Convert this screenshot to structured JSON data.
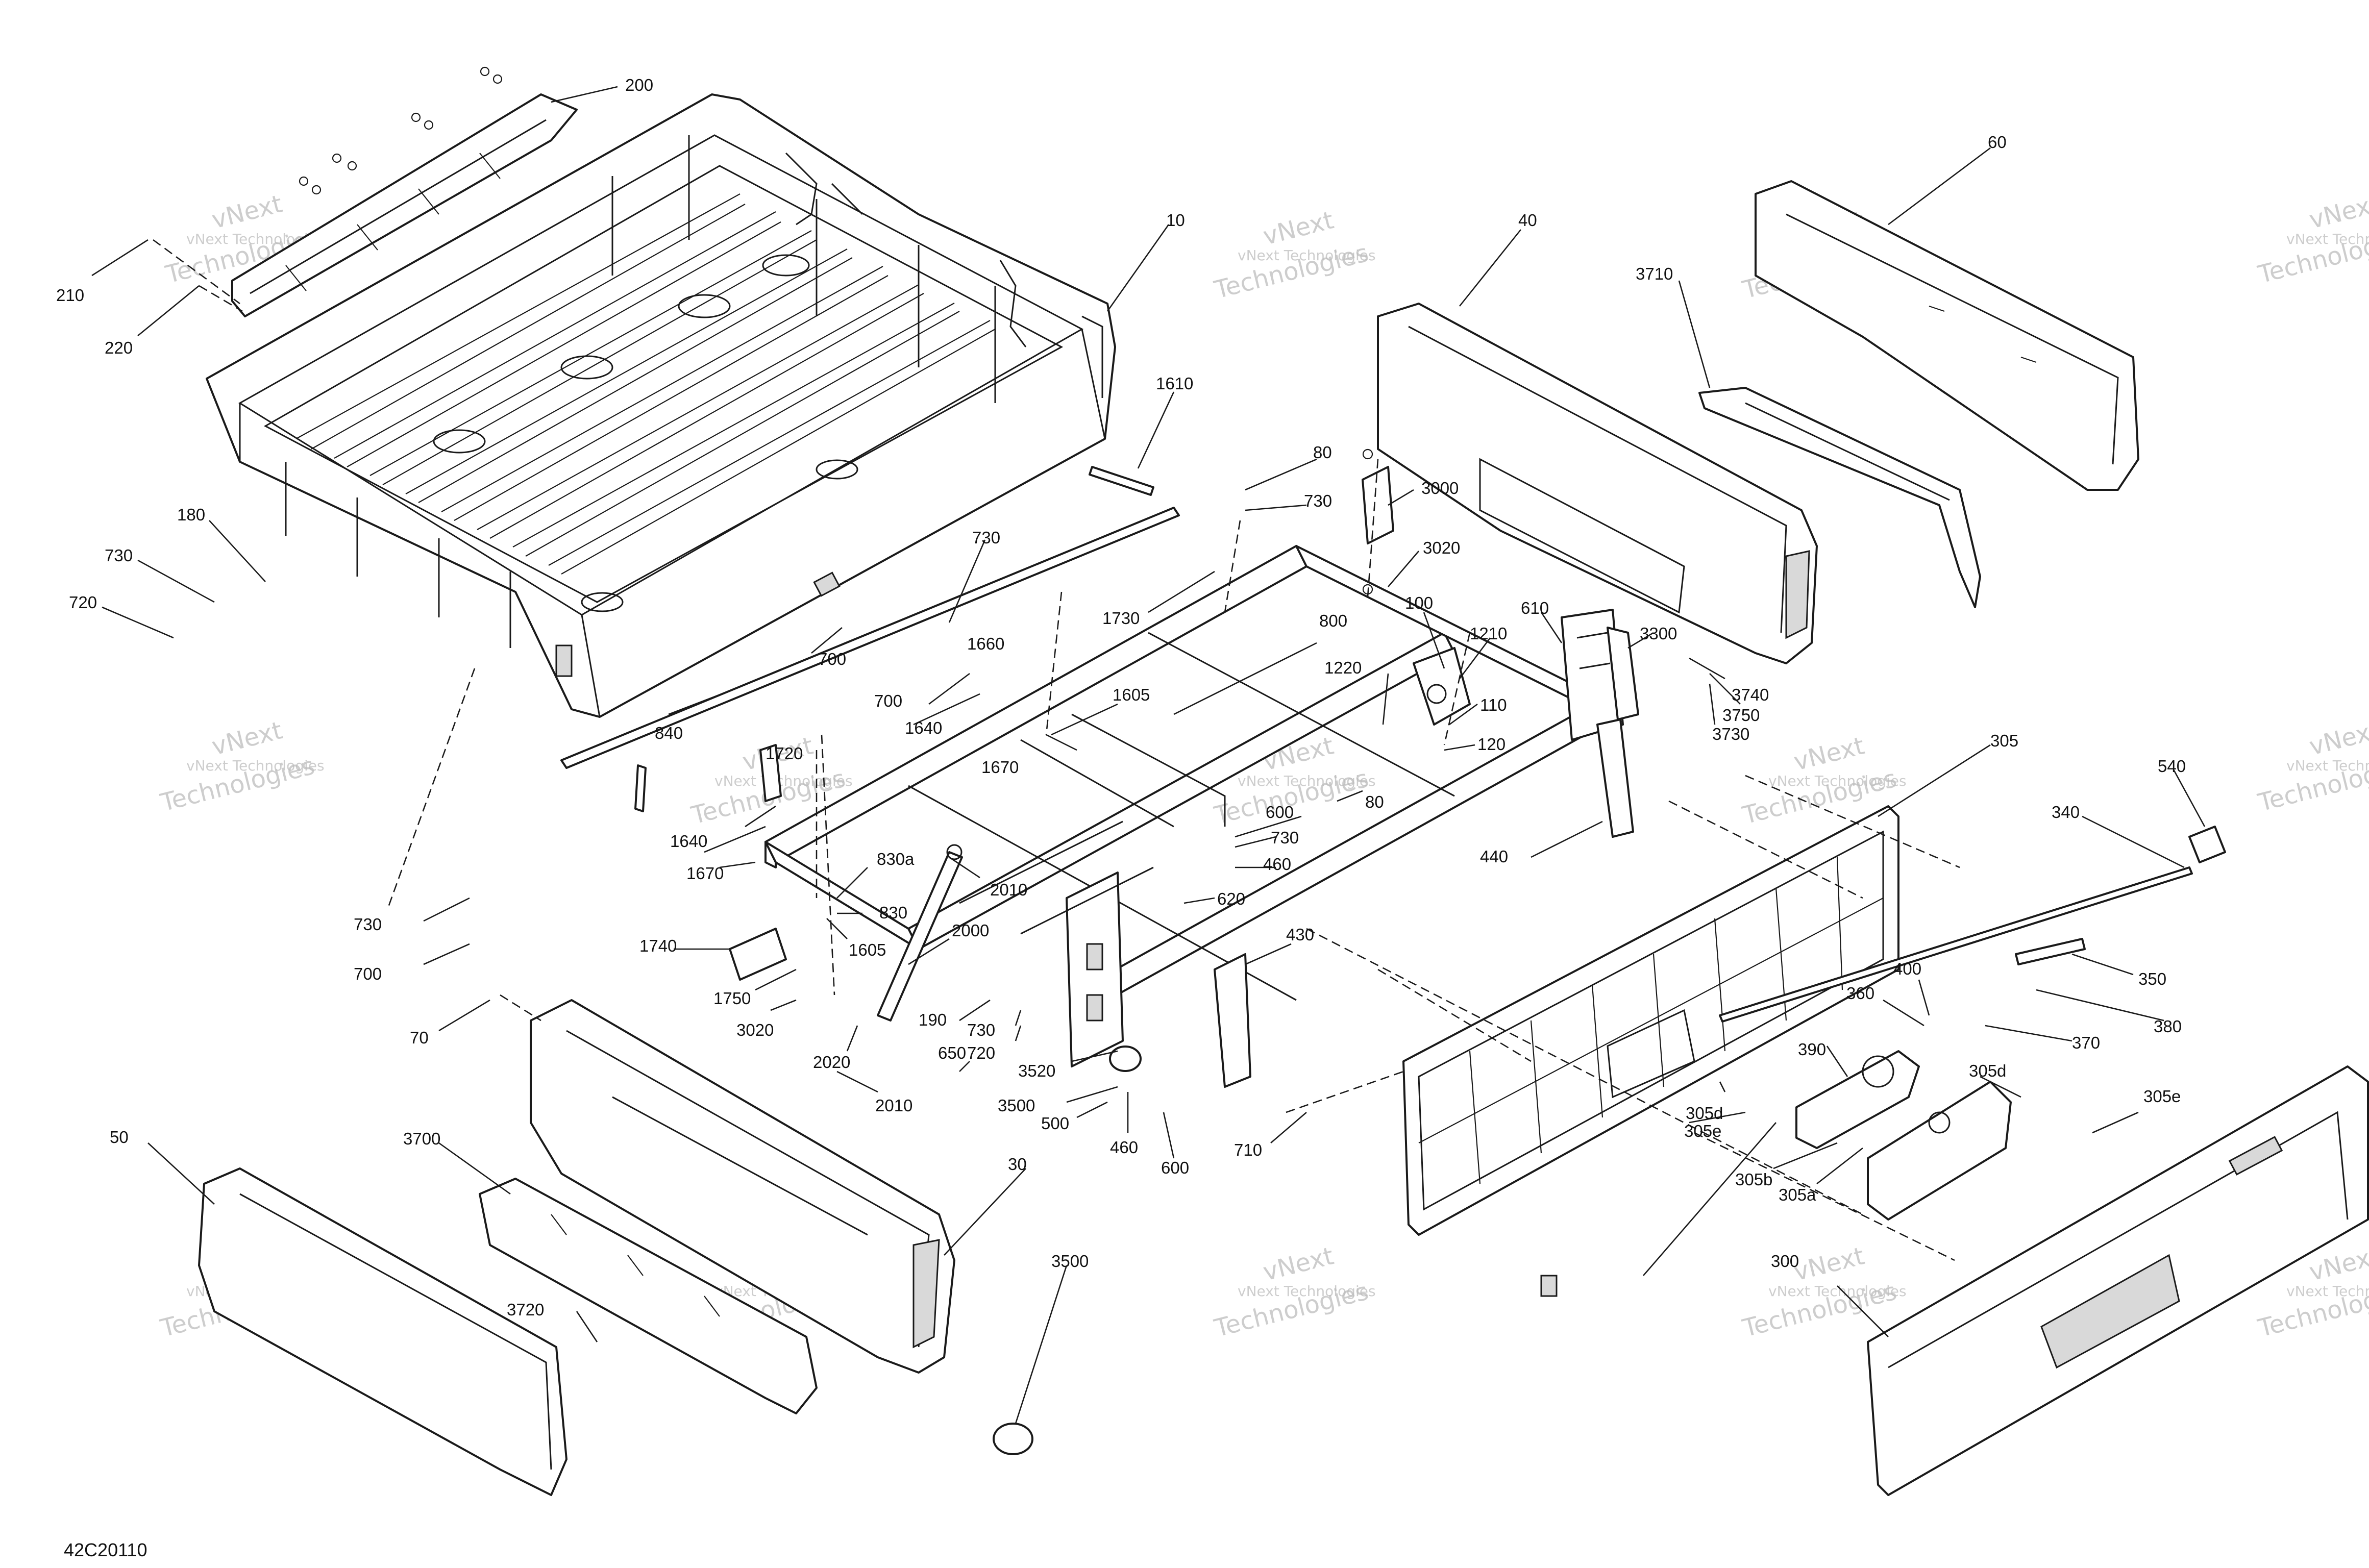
{
  "drawing_number": "42C20110",
  "watermark": {
    "line1": "vNext Technologies",
    "line2": "vNext",
    "line3": "Technologies"
  },
  "callouts": [
    {
      "id": "c-200",
      "text": "200"
    },
    {
      "id": "c-210",
      "text": "210"
    },
    {
      "id": "c-220",
      "text": "220"
    },
    {
      "id": "c-10",
      "text": "10"
    },
    {
      "id": "c-1610",
      "text": "1610"
    },
    {
      "id": "c-180",
      "text": "180"
    },
    {
      "id": "c-730-a",
      "text": "730"
    },
    {
      "id": "c-720-a",
      "text": "720"
    },
    {
      "id": "c-700-a",
      "text": "700"
    },
    {
      "id": "c-840",
      "text": "840"
    },
    {
      "id": "c-730-b",
      "text": "730"
    },
    {
      "id": "c-700-b",
      "text": "700"
    },
    {
      "id": "c-1660",
      "text": "1660"
    },
    {
      "id": "c-1640-a",
      "text": "1640"
    },
    {
      "id": "c-1605-a",
      "text": "1605"
    },
    {
      "id": "c-1670-a",
      "text": "1670"
    },
    {
      "id": "c-1720",
      "text": "1720"
    },
    {
      "id": "c-1640-b",
      "text": "1640"
    },
    {
      "id": "c-1670-b",
      "text": "1670"
    },
    {
      "id": "c-830a",
      "text": "830a"
    },
    {
      "id": "c-830",
      "text": "830"
    },
    {
      "id": "c-1605-b",
      "text": "1605"
    },
    {
      "id": "c-1740",
      "text": "1740"
    },
    {
      "id": "c-1750",
      "text": "1750"
    },
    {
      "id": "c-3020-a",
      "text": "3020"
    },
    {
      "id": "c-2020",
      "text": "2020"
    },
    {
      "id": "c-2010-a",
      "text": "2010"
    },
    {
      "id": "c-2010-b",
      "text": "2010"
    },
    {
      "id": "c-2000",
      "text": "2000"
    },
    {
      "id": "c-730-c",
      "text": "730"
    },
    {
      "id": "c-700-c",
      "text": "700"
    },
    {
      "id": "c-70",
      "text": "70"
    },
    {
      "id": "c-80-a",
      "text": "80"
    },
    {
      "id": "c-730-d",
      "text": "730"
    },
    {
      "id": "c-3000",
      "text": "3000"
    },
    {
      "id": "c-3020-b",
      "text": "3020"
    },
    {
      "id": "c-1730",
      "text": "1730"
    },
    {
      "id": "c-800",
      "text": "800"
    },
    {
      "id": "c-100",
      "text": "100"
    },
    {
      "id": "c-1210",
      "text": "1210"
    },
    {
      "id": "c-610",
      "text": "610"
    },
    {
      "id": "c-3300",
      "text": "3300"
    },
    {
      "id": "c-1220",
      "text": "1220"
    },
    {
      "id": "c-110",
      "text": "110"
    },
    {
      "id": "c-120",
      "text": "120"
    },
    {
      "id": "c-80-b",
      "text": "80"
    },
    {
      "id": "c-600-a",
      "text": "600"
    },
    {
      "id": "c-730-e",
      "text": "730"
    },
    {
      "id": "c-460-a",
      "text": "460"
    },
    {
      "id": "c-620",
      "text": "620"
    },
    {
      "id": "c-440",
      "text": "440"
    },
    {
      "id": "c-430",
      "text": "430"
    },
    {
      "id": "c-190",
      "text": "190"
    },
    {
      "id": "c-730-f",
      "text": "730"
    },
    {
      "id": "c-720-b",
      "text": "720"
    },
    {
      "id": "c-650",
      "text": "650"
    },
    {
      "id": "c-3520",
      "text": "3520"
    },
    {
      "id": "c-3500-a",
      "text": "3500"
    },
    {
      "id": "c-500",
      "text": "500"
    },
    {
      "id": "c-460-b",
      "text": "460"
    },
    {
      "id": "c-600-b",
      "text": "600"
    },
    {
      "id": "c-710",
      "text": "710"
    },
    {
      "id": "c-40",
      "text": "40"
    },
    {
      "id": "c-60",
      "text": "60"
    },
    {
      "id": "c-3710",
      "text": "3710"
    },
    {
      "id": "c-3740",
      "text": "3740"
    },
    {
      "id": "c-3750",
      "text": "3750"
    },
    {
      "id": "c-3730",
      "text": "3730"
    },
    {
      "id": "c-305",
      "text": "305"
    },
    {
      "id": "c-540",
      "text": "540"
    },
    {
      "id": "c-340",
      "text": "340"
    },
    {
      "id": "c-350",
      "text": "350"
    },
    {
      "id": "c-380",
      "text": "380"
    },
    {
      "id": "c-400",
      "text": "400"
    },
    {
      "id": "c-360",
      "text": "360"
    },
    {
      "id": "c-370",
      "text": "370"
    },
    {
      "id": "c-390",
      "text": "390"
    },
    {
      "id": "c-305d-a",
      "text": "305d"
    },
    {
      "id": "c-305e-a",
      "text": "305e"
    },
    {
      "id": "c-305d-b",
      "text": "305d"
    },
    {
      "id": "c-305e-b",
      "text": "305e"
    },
    {
      "id": "c-305b",
      "text": "305b"
    },
    {
      "id": "c-305a",
      "text": "305a"
    },
    {
      "id": "c-300",
      "text": "300"
    },
    {
      "id": "c-50",
      "text": "50"
    },
    {
      "id": "c-3700",
      "text": "3700"
    },
    {
      "id": "c-30",
      "text": "30"
    },
    {
      "id": "c-3720",
      "text": "3720"
    },
    {
      "id": "c-3500-b",
      "text": "3500"
    }
  ]
}
